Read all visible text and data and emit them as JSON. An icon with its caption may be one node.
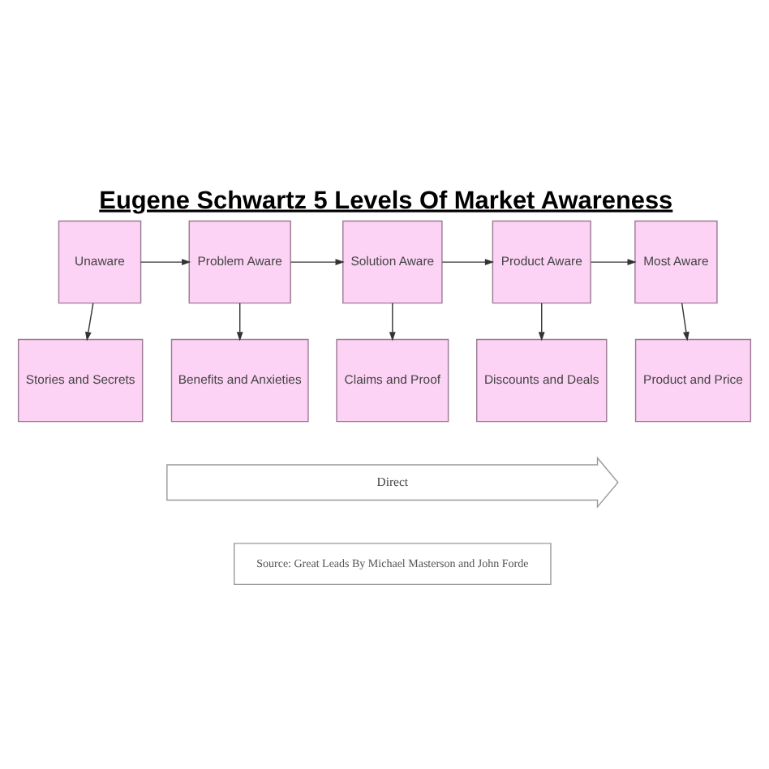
{
  "diagram": {
    "title": "Eugene Schwartz 5 Levels Of Market Awareness",
    "nodes": [
      {
        "text": [
          "Unaware"
        ]
      },
      {
        "text": [
          "Problem Aware"
        ]
      },
      {
        "text": [
          "Solution Aware"
        ]
      },
      {
        "text": [
          "Product Aware"
        ]
      },
      {
        "text": [
          "Most Aware"
        ]
      },
      {
        "text": [
          "Stories and Secrets"
        ]
      },
      {
        "text": [
          "Benefits and Anxieties"
        ]
      },
      {
        "text": [
          "Claims and Proof"
        ]
      },
      {
        "text": [
          "Discounts and Deals"
        ]
      },
      {
        "text": [
          "Product and Price"
        ]
      },
      {
        "text": [
          "Direct"
        ]
      },
      {
        "text": [
          "Source: Great Leads By Michael Masterson and John Forde"
        ]
      }
    ],
    "edges": [
      {
        "from": 0,
        "to": 1,
        "arrow": "to"
      },
      {
        "from": 1,
        "to": 2,
        "arrow": "to"
      },
      {
        "from": 2,
        "to": 3,
        "arrow": "to"
      },
      {
        "from": 3,
        "to": 4,
        "arrow": "to"
      },
      {
        "from": 0,
        "to": 5,
        "arrow": "to"
      },
      {
        "from": 1,
        "to": 6,
        "arrow": "to"
      },
      {
        "from": 2,
        "to": 7,
        "arrow": "to"
      },
      {
        "from": 3,
        "to": 8,
        "arrow": "to"
      },
      {
        "from": 4,
        "to": 9,
        "arrow": "to"
      }
    ]
  }
}
